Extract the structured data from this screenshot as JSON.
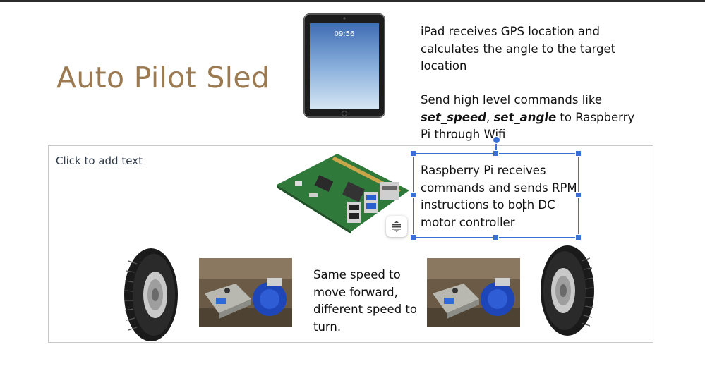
{
  "slide": {
    "title": "Auto Pilot Sled",
    "placeholder": "Click to add text",
    "ipad_clock": "09:56",
    "text_ipad_gps": "iPad receives GPS location and calculates the angle to the target location",
    "commands": {
      "prefix": "Send high level commands like ",
      "cmd1": "set_speed",
      "sep": ", ",
      "cmd2": "set_angle",
      "suffix": " to Raspberry Pi through Wifi"
    },
    "text_rpi": "Raspberry Pi receives commands and sends RPM instructions to both DC motor controller",
    "text_speed": "Same speed to move forward, different speed to turn."
  },
  "icons": {
    "layout_options": "align-vertical-icon"
  },
  "colors": {
    "title": "#9b7a52",
    "selection": "#3b6fd8"
  }
}
